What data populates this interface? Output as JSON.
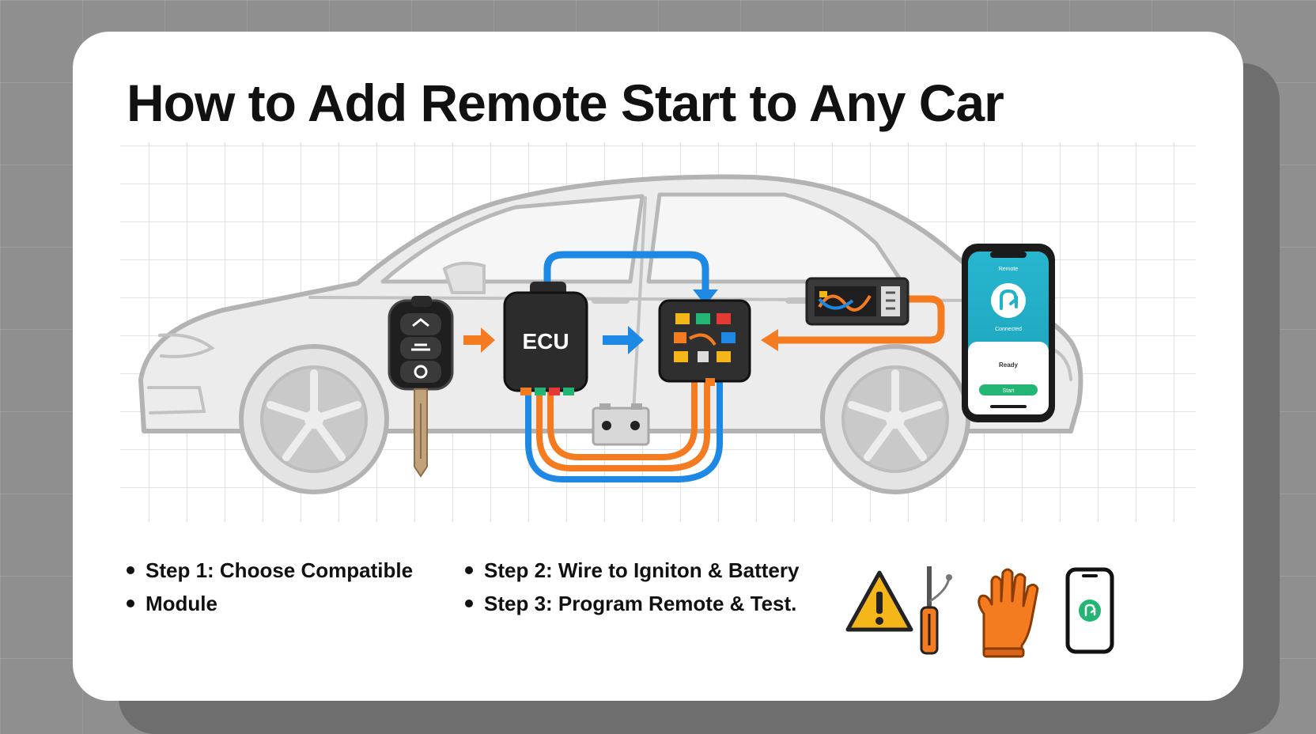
{
  "title": "How to Add Remote Start to Any Car",
  "diagram": {
    "ecu_label": "ECU",
    "phone_app": {
      "header_text": "Remote",
      "status_text": "Connected",
      "info_text": "Ready",
      "button_text": "Start"
    }
  },
  "steps": {
    "col1": [
      "Step 1: Choose Compatible",
      "Module"
    ],
    "col2": [
      "Step 2: Wire to Igniton & Battery",
      "Step 3: Program Remote & Test."
    ]
  },
  "tools": [
    "warning-icon",
    "screwdriver-icon",
    "glove-icon",
    "smartphone-icon"
  ],
  "colors": {
    "orange": "#f47b20",
    "blue": "#1e88e5",
    "app_teal": "#1fb3c9",
    "app_green": "#22b573",
    "warning_yellow": "#f5b61a"
  }
}
